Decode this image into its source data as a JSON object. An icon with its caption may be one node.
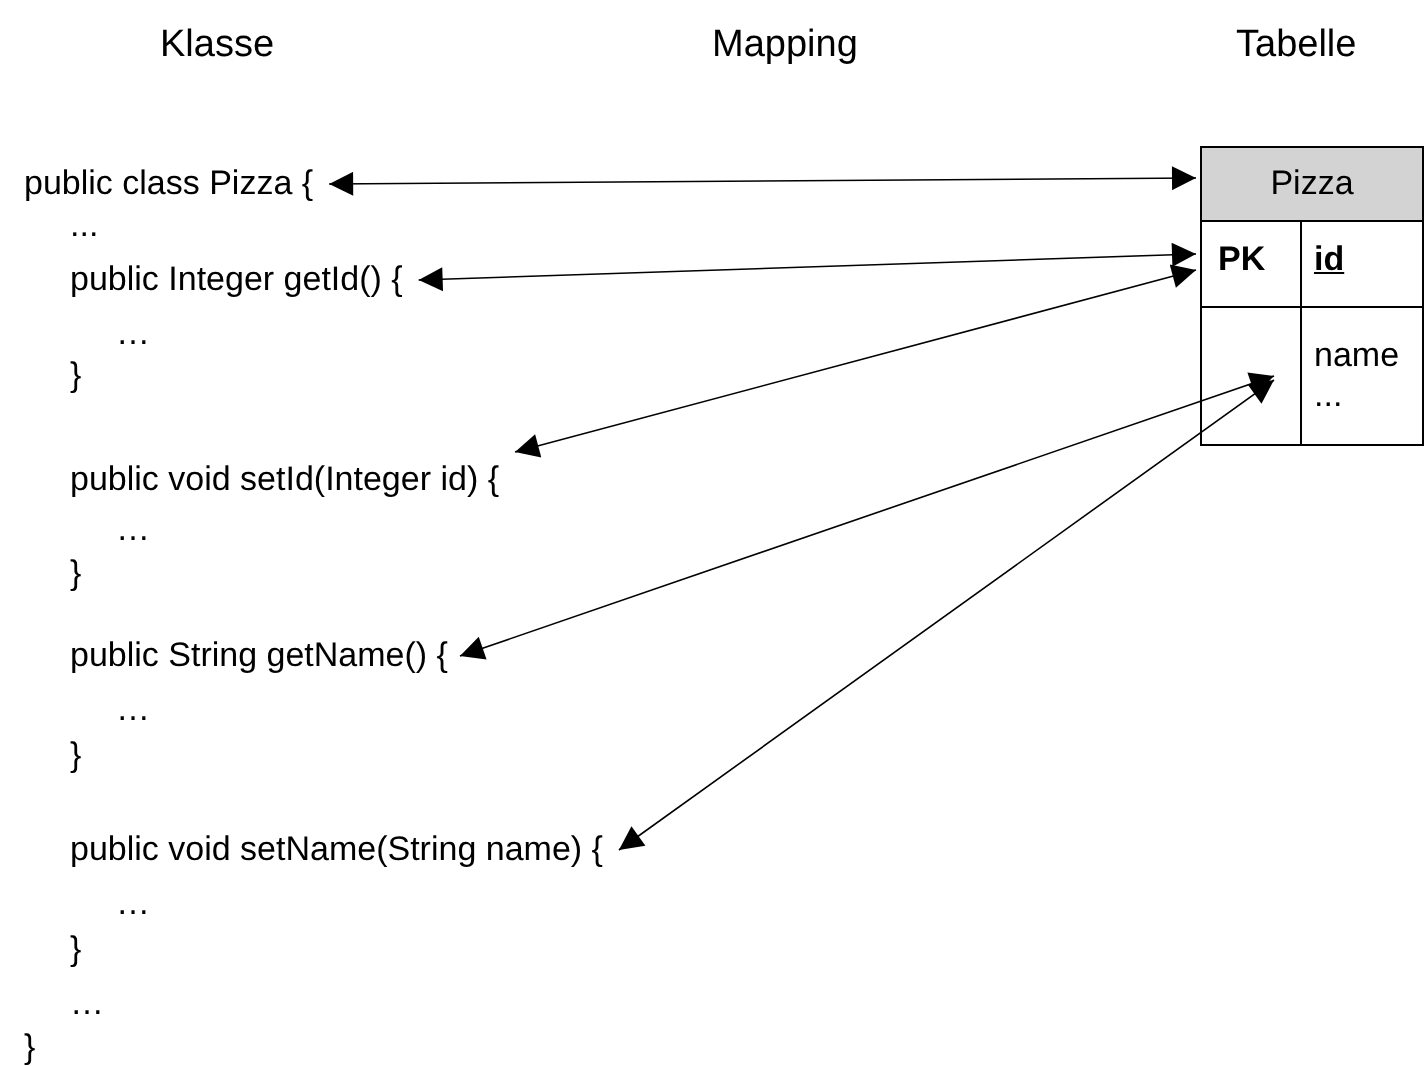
{
  "diagram": {
    "nodes": [
      {
        "text": [
          "public class Pizza {"
        ]
      },
      {
        "text": [
          "public Integer getId() {"
        ]
      },
      {
        "text": [
          "public void setId(Integer id) {"
        ]
      },
      {
        "text": [
          "public String getName() {"
        ]
      },
      {
        "text": [
          "public void setName(String name) {"
        ]
      },
      {
        "text": [
          "Pizza"
        ]
      },
      {
        "text": [
          "PK"
        ],
        "in": 5
      },
      {
        "text": [
          "id"
        ],
        "in": 5
      },
      {
        "text": [
          "name",
          "..."
        ],
        "in": 5
      }
    ],
    "edges": [
      {
        "from": 0,
        "to": 5,
        "arrow": "both"
      },
      {
        "from": 1,
        "to": 6,
        "arrow": "both"
      },
      {
        "from": 2,
        "to": 6,
        "arrow": "both"
      },
      {
        "from": 3,
        "to": 8,
        "arrow": "both"
      },
      {
        "from": 4,
        "to": 8,
        "arrow": "both"
      }
    ],
    "labels": [
      "Klasse",
      "Mapping",
      "Tabelle",
      "...",
      "…",
      "}",
      "…",
      "}",
      "…",
      "}",
      "…",
      "}",
      "…",
      "}"
    ]
  }
}
